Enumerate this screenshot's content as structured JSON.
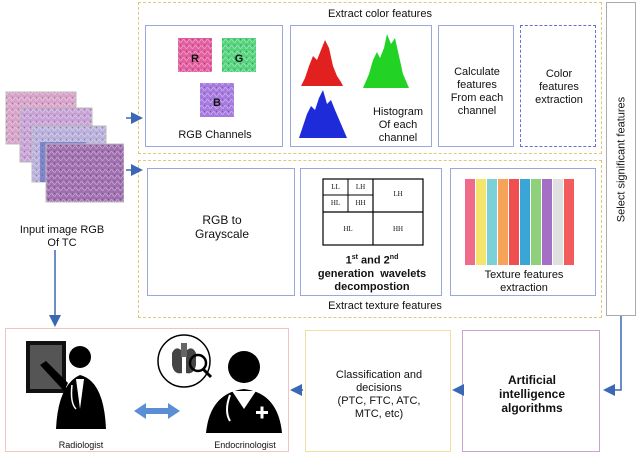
{
  "color_section": {
    "title": "Extract color features",
    "rgb": {
      "r": "R",
      "g": "G",
      "b": "B",
      "label": "RGB Channels"
    },
    "histogram_label": "Histogram\nOf each\nchannel",
    "calculate_label": "Calculate\nfeatures\nFrom each\nchannel",
    "color_extraction_label": "Color\nfeatures\nextraction"
  },
  "texture_section": {
    "title": "Extract texture features",
    "grayscale_label": "RGB to\nGrayscale",
    "wavelet": {
      "cells": [
        "LL",
        "LH",
        "HL",
        "HH",
        "LH",
        "HL",
        "HH"
      ],
      "label_line1_a": "1",
      "label_line1_sup_a": "st",
      "label_line1_b": " and 2",
      "label_line1_sup_b": "nd",
      "label_line2": "generation  wavelets",
      "label_line3": "decompostion"
    },
    "texture_extraction_label": "Texture features\nextraction",
    "stripe_colors": [
      "#f06a8a",
      "#f3e56b",
      "#7ad1d8",
      "#f6a35a",
      "#ef4f4f",
      "#3aa6d6",
      "#8fd07a",
      "#a46fc4",
      "#e0e0e0",
      "#f25c5c"
    ]
  },
  "input_label": "Input image RGB\nOf TC",
  "select_label": "Select significant features",
  "ai_label": "Artificial\nintelligence\nalgorithms",
  "classification_label": "Classification and\ndecisions\n(PTC, FTC, ATC,\nMTC, etc)",
  "people": {
    "radiologist": "Radiologist",
    "endocrinologist": "Endocrinologist"
  },
  "colors": {
    "arrow": "#3b68b5",
    "frame_dashed": "#e0c87a",
    "box_blue": "#9aa8dc",
    "bottom_box": "#f2c3c3"
  }
}
